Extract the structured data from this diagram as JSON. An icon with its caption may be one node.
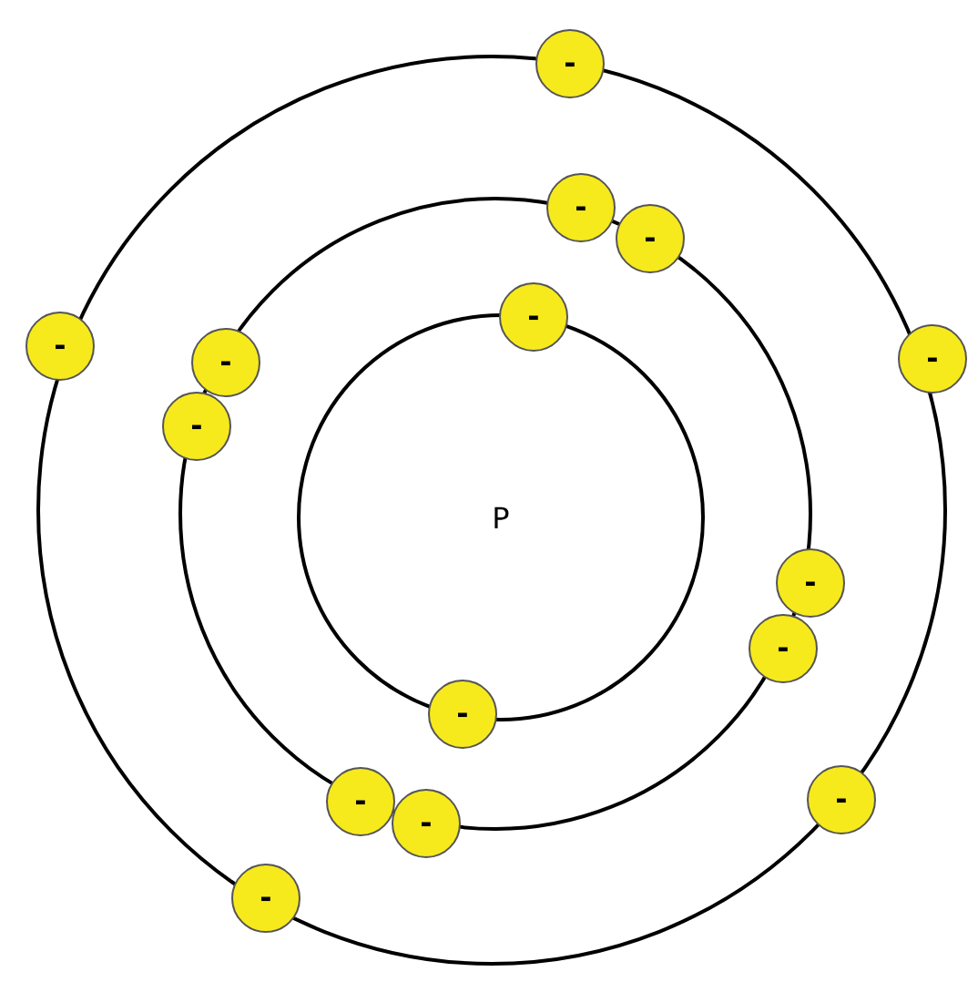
{
  "diagram": {
    "nodes": [
      {
        "text": [],
        "shape": "circle"
      },
      {
        "text": [],
        "shape": "circle",
        "in": 0
      },
      {
        "text": [
          "P"
        ],
        "in": 1
      },
      {
        "text": [
          "-"
        ]
      },
      {
        "text": [
          "-"
        ],
        "in": 0
      },
      {
        "text": [
          "-"
        ],
        "in": 1
      },
      {
        "text": [
          "-"
        ],
        "in": 1
      },
      {
        "text": [
          "-"
        ]
      },
      {
        "text": [
          "-"
        ],
        "in": 1
      },
      {
        "text": [
          "-"
        ]
      },
      {
        "text": [
          "-"
        ],
        "in": 0
      },
      {
        "text": [
          "-"
        ],
        "in": 0
      },
      {
        "text": [
          "-"
        ],
        "in": 0
      },
      {
        "text": [
          "-"
        ],
        "in": 1
      },
      {
        "text": [
          "-"
        ],
        "in": 1
      },
      {
        "text": [
          "-"
        ],
        "in": 0
      },
      {
        "text": [
          "-"
        ],
        "in": 0
      },
      {
        "text": [
          "-"
        ],
        "in": 0
      }
    ]
  }
}
